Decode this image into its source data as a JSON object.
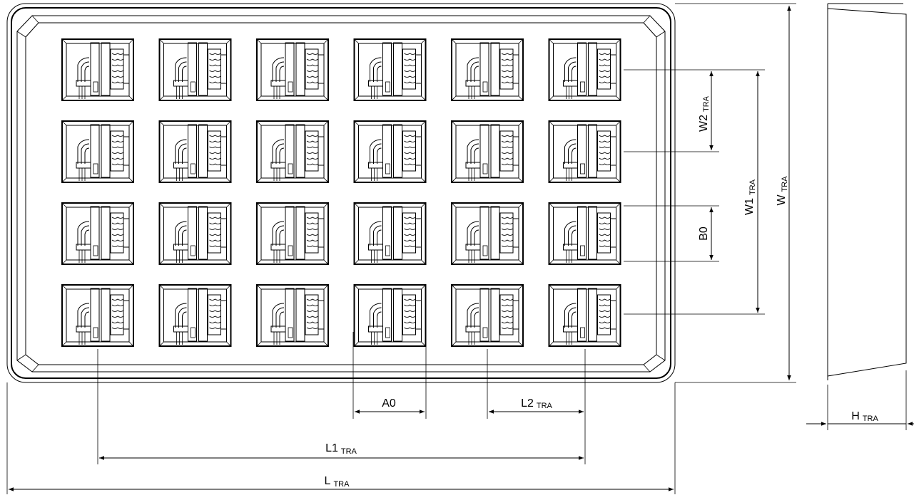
{
  "drawing": {
    "labels": {
      "a0": "A0",
      "b0": "B0",
      "l1": {
        "main": "L1",
        "sub": "TRA"
      },
      "l2": {
        "main": "L2",
        "sub": "TRA"
      },
      "l": {
        "main": "L",
        "sub": "TRA"
      },
      "w": {
        "main": "W",
        "sub": "TRA"
      },
      "w1": {
        "main": "W1",
        "sub": "TRA"
      },
      "w2": {
        "main": "W2",
        "sub": "TRA"
      },
      "h": {
        "main": "H",
        "sub": "TRA"
      }
    },
    "grid": {
      "rows": 4,
      "cols": 6
    }
  }
}
